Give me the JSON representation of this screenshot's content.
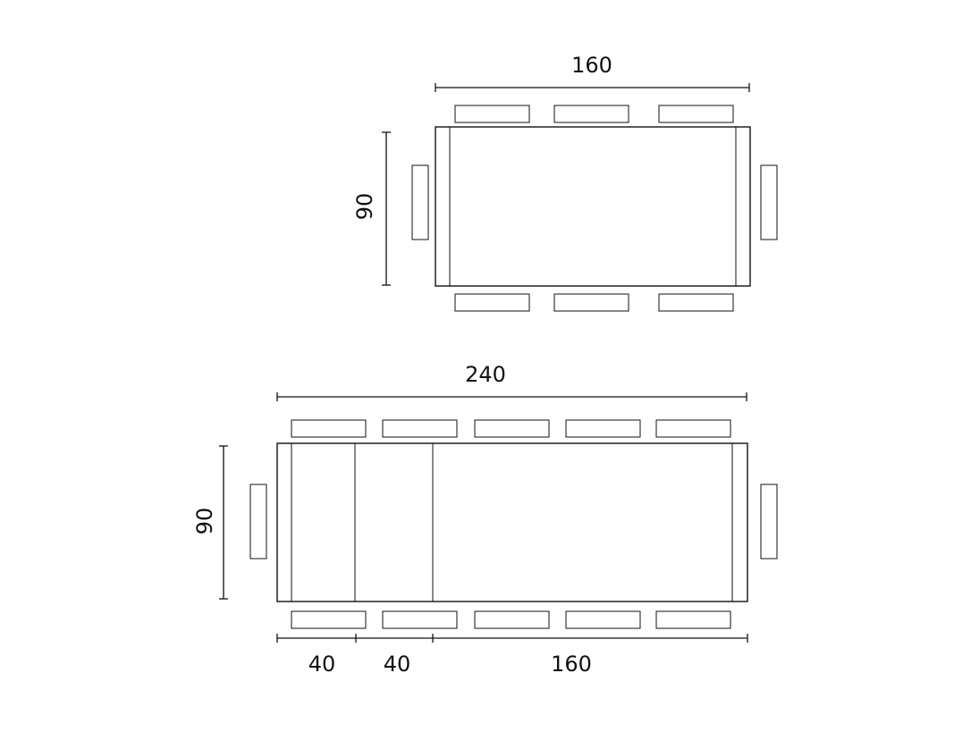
{
  "diagram": {
    "table_small": {
      "width_label": "160",
      "depth_label": "90"
    },
    "table_extended": {
      "width_label": "240",
      "depth_label": "90",
      "segments": [
        "40",
        "40",
        "160"
      ]
    }
  }
}
